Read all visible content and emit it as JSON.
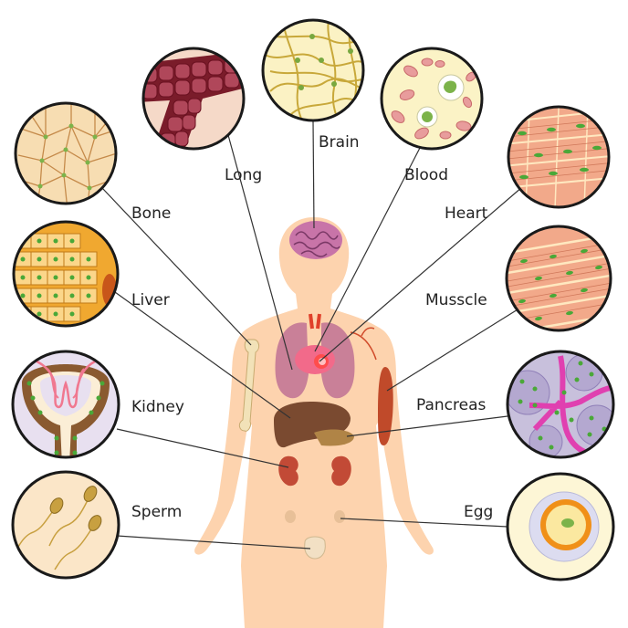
{
  "labels": {
    "bone": "Bone",
    "long": "Long",
    "brain": "Brain",
    "blood": "Blood",
    "heart": "Heart",
    "liver": "Liver",
    "musscle": "Musscle",
    "kidney": "Kidney",
    "pancreas": "Pancreas",
    "sperm": "Sperm",
    "egg": "Egg"
  },
  "colors": {
    "skin": "#fdd3ae",
    "ring": "#1a1a1a",
    "leader": "#333333",
    "brain": "#c874a8",
    "heart": "#f05c7c",
    "lung": "#c98098",
    "liver": "#7a4a30",
    "kidney": "#c24a36",
    "muscle": "#c04a2a",
    "bone": "#f2e2b8",
    "cell_green": "#5aa33a",
    "egg_yolk": "#f0a020"
  }
}
